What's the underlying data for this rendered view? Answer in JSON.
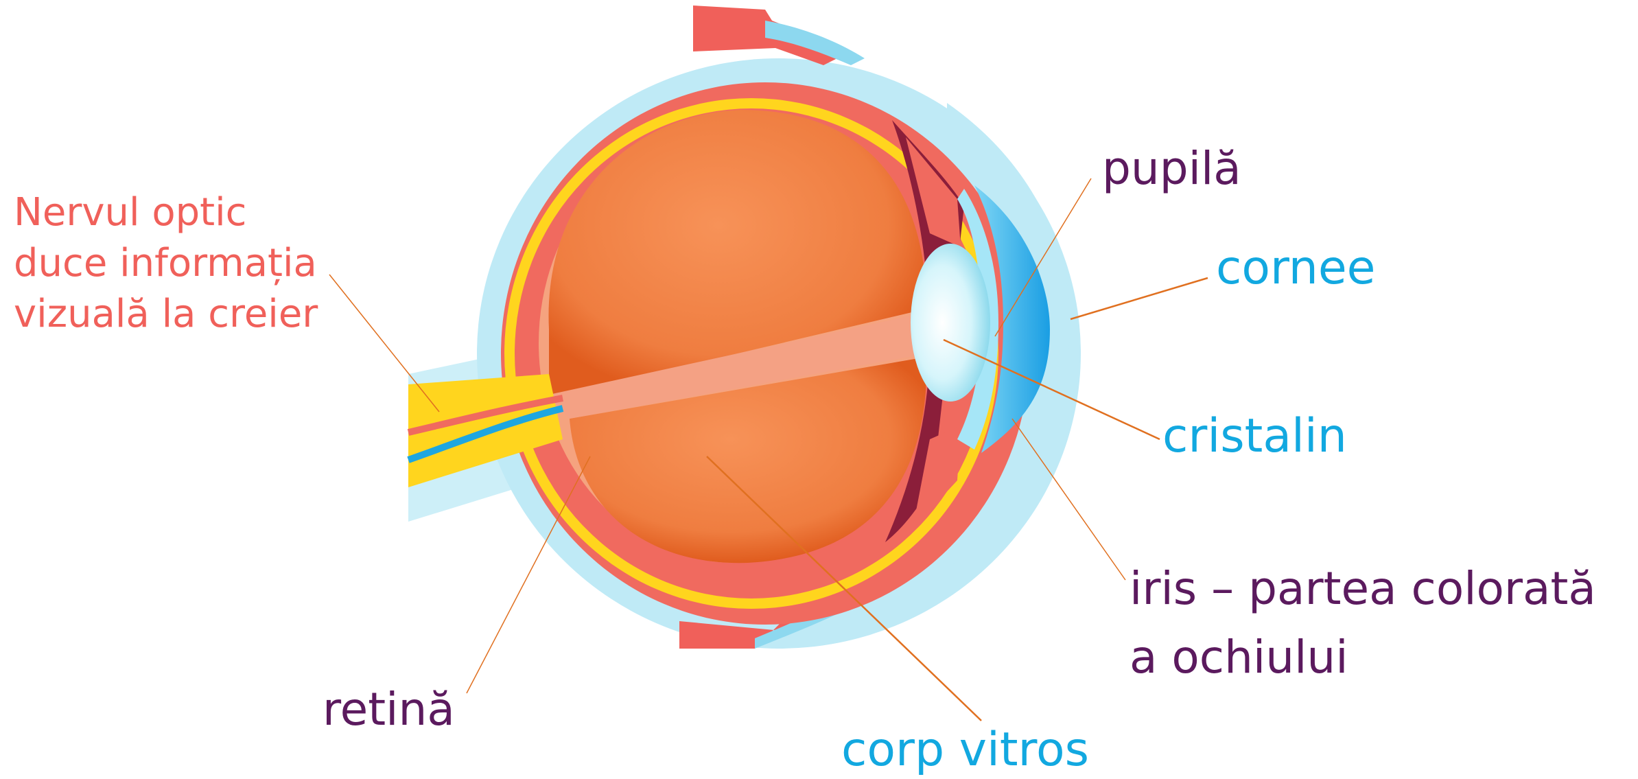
{
  "colors": {
    "purple": "#5b1a5e",
    "blue": "#12a8e0",
    "coral": "#f0605a",
    "leader": "#e07020"
  },
  "labels": {
    "nerve_line1": "Nervul optic",
    "nerve_line2": "duce informația",
    "nerve_line3": "vizuală la creier",
    "pupil": "pupilă",
    "cornea": "cornee",
    "lens": "cristalin",
    "iris_line1": "iris – partea colorată",
    "iris_line2": "a ochiului",
    "retina": "retină",
    "vitreous": "corp vitros"
  }
}
